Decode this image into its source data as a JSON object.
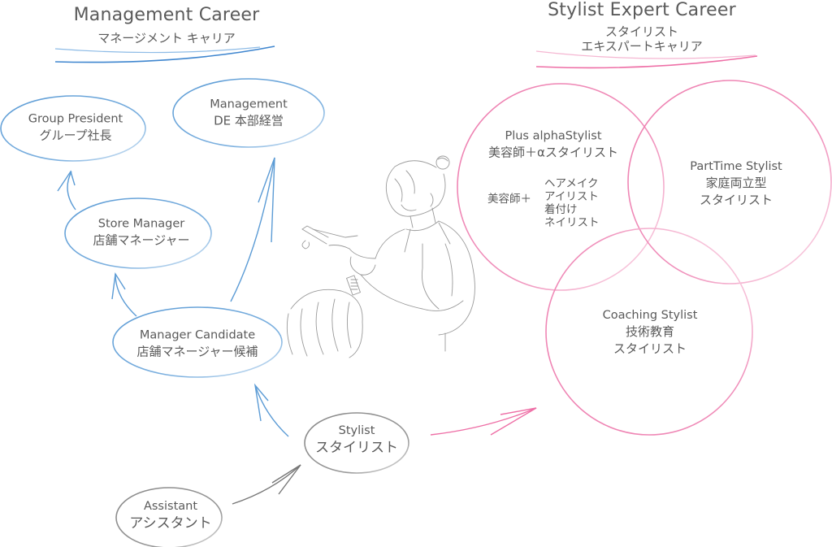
{
  "colors": {
    "management_blue": "#5b9bd5",
    "expert_pink": "#ee7fb0",
    "neutral_gray": "#777777",
    "text_gray": "#5a5a5a"
  },
  "management": {
    "title_en": "Management Career",
    "title_jp": "マネージメント キャリア",
    "nodes": {
      "group_president": {
        "en": "Group President",
        "jp": "グループ社長"
      },
      "management_de": {
        "en": "Management",
        "jp": "DE 本部経営"
      },
      "store_manager": {
        "en": "Store Manager",
        "jp": "店舗マネージャー"
      },
      "manager_candidate": {
        "en": "Manager Candidate",
        "jp": "店舗マネージャー候補"
      }
    }
  },
  "expert": {
    "title_en": "Stylist Expert Career",
    "title_jp_line1": "スタイリスト",
    "title_jp_line2": "エキスパートキャリア",
    "circles": {
      "plus_alpha": {
        "en": "Plus alphaStylist",
        "jp": "美容師＋αスタイリスト",
        "prefix": "美容師＋",
        "options": [
          "ヘアメイク",
          "アイリスト",
          "着付け",
          "ネイリスト"
        ]
      },
      "part_time": {
        "en": "PartTime Stylist",
        "jp1": "家庭両立型",
        "jp2": "スタイリスト"
      },
      "coaching": {
        "en": "Coaching Stylist",
        "jp1": "技術教育",
        "jp2": "スタイリスト"
      }
    }
  },
  "base": {
    "stylist": {
      "en": "Stylist",
      "jp": "スタイリスト"
    },
    "assistant": {
      "en": "Assistant",
      "jp": "アシスタント"
    }
  },
  "illustration": {
    "subject": "hair-stylist-cutting-hair-line-drawing"
  }
}
